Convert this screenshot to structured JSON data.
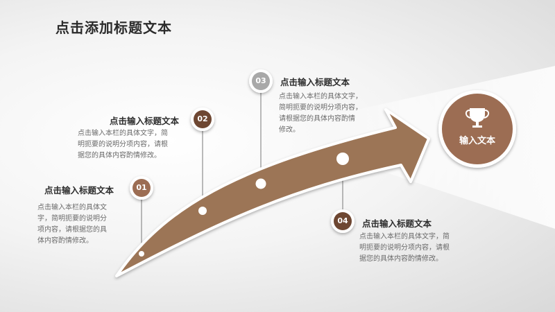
{
  "slide": {
    "title": "点击添加标题文本",
    "hub_label": "输入文本",
    "hub_icon": "trophy-icon",
    "colors": {
      "arrow": "#9c7557",
      "arrow_edge": "#ffffff",
      "badge_dark": "#6e4733",
      "badge_mid": "#9c6d53",
      "badge_gray": "#a8a8a8",
      "text_dark": "#2e2e2e",
      "text_gray": "#6a6a6a"
    },
    "items": [
      {
        "number": "01",
        "heading": "点击输入标题文本",
        "lines": [
          "点击输入本栏的具体文",
          "字，简明扼要的说明分",
          "项内容，请根据您的具",
          "体内容酌情修改。"
        ]
      },
      {
        "number": "02",
        "heading": "点击输入标题文本",
        "lines": [
          "点击输入本栏的具体文字，简",
          "明扼要的说明分项内容，请根",
          "据您的具体内容酌情修改。"
        ]
      },
      {
        "number": "03",
        "heading": "点击输入标题文本",
        "lines": [
          "点击输入本栏的具体文字，",
          "简明扼要的说明分项内容，",
          "请根据您的具体内容酌情",
          "修改。"
        ]
      },
      {
        "number": "04",
        "heading": "点击输入标题文本",
        "lines": [
          "点击输入本栏的具体文字，简",
          "明扼要的说明分项内容，请根",
          "据您的具体内容酌情修改。"
        ]
      }
    ]
  }
}
